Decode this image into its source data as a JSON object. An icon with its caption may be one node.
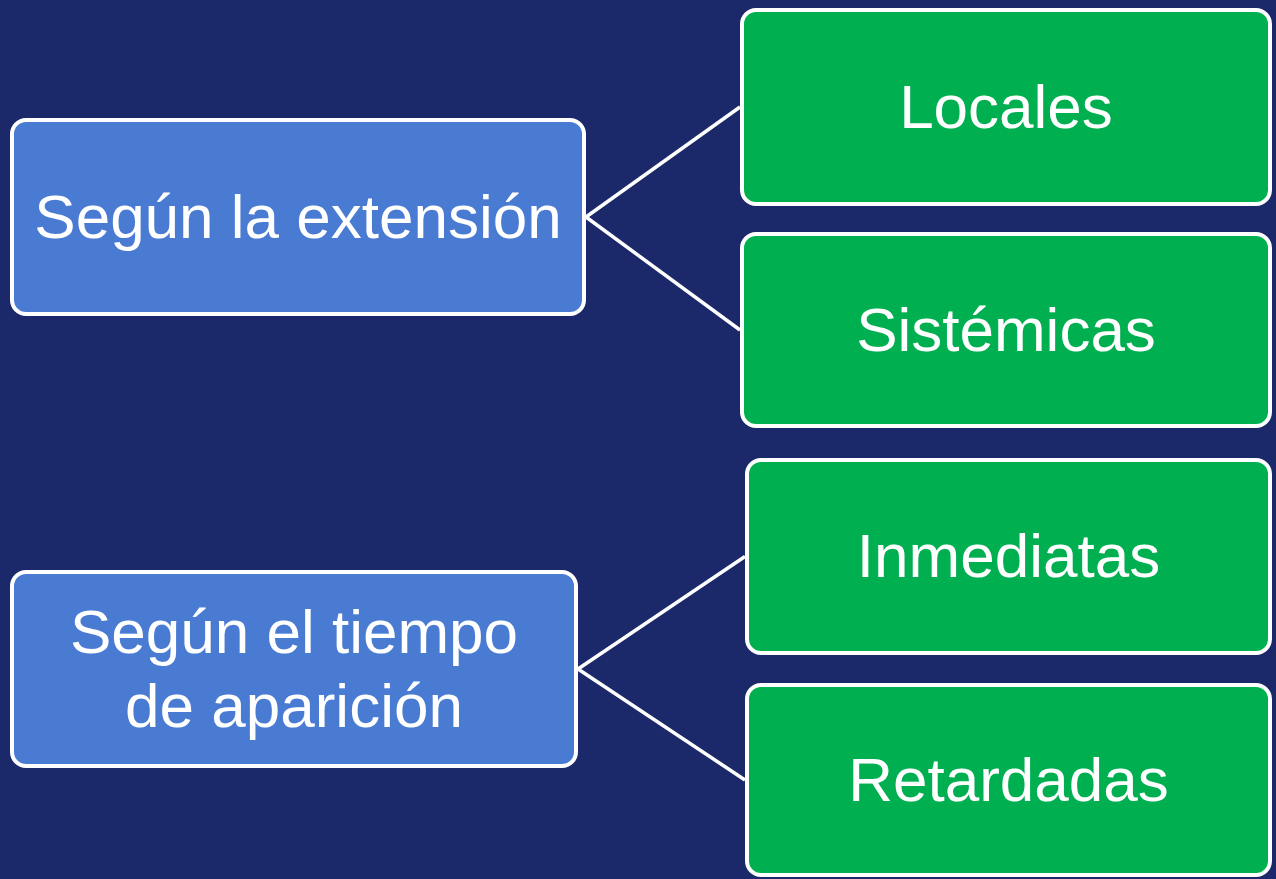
{
  "diagram": {
    "nodes": [
      {
        "text": [
          "Según la extensión"
        ]
      },
      {
        "text": [
          "Locales"
        ]
      },
      {
        "text": [
          "Sistémicas"
        ]
      },
      {
        "text": [
          "Según el tiempo de aparición"
        ]
      },
      {
        "text": [
          "Inmediatas"
        ]
      },
      {
        "text": [
          "Retardadas"
        ]
      }
    ],
    "edges": [
      {
        "from": 0,
        "to": 1,
        "arrow": "none"
      },
      {
        "from": 0,
        "to": 2,
        "arrow": "none"
      },
      {
        "from": 3,
        "to": 4,
        "arrow": "none"
      },
      {
        "from": 3,
        "to": 5,
        "arrow": "none"
      }
    ]
  }
}
